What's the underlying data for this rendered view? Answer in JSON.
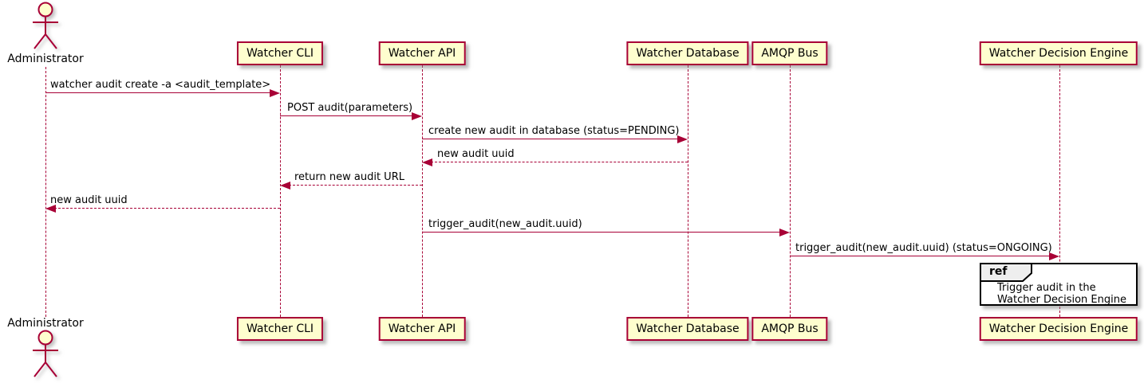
{
  "diagram": {
    "type": "sequence-diagram",
    "colors": {
      "accent": "#A80036",
      "participant_fill": "#FEFECE",
      "ref_header_fill": "#EEEEEE",
      "ref_border": "#000000",
      "text": "#000000",
      "background": "#FFFFFF"
    },
    "actor": {
      "name": "Administrator",
      "kind": "actor"
    },
    "participants": [
      {
        "label": "Watcher CLI"
      },
      {
        "label": "Watcher API"
      },
      {
        "label": "Watcher Database"
      },
      {
        "label": "AMQP Bus"
      },
      {
        "label": "Watcher Decision Engine"
      }
    ],
    "messages": [
      {
        "from": "Administrator",
        "to": "Watcher CLI",
        "label": "watcher audit create -a <audit_template>",
        "style": "solid"
      },
      {
        "from": "Watcher CLI",
        "to": "Watcher API",
        "label": "POST audit(parameters)",
        "style": "solid"
      },
      {
        "from": "Watcher API",
        "to": "Watcher Database",
        "label": "create new audit in database (status=PENDING)",
        "style": "solid"
      },
      {
        "from": "Watcher Database",
        "to": "Watcher API",
        "label": "new audit uuid",
        "style": "dashed"
      },
      {
        "from": "Watcher API",
        "to": "Watcher CLI",
        "label": "return new audit URL",
        "style": "dashed"
      },
      {
        "from": "Watcher CLI",
        "to": "Administrator",
        "label": "new audit uuid",
        "style": "dashed"
      },
      {
        "from": "Watcher API",
        "to": "AMQP Bus",
        "label": "trigger_audit(new_audit.uuid)",
        "style": "solid"
      },
      {
        "from": "AMQP Bus",
        "to": "Watcher Decision Engine",
        "label": "trigger_audit(new_audit.uuid) (status=ONGOING)",
        "style": "solid"
      }
    ],
    "ref": {
      "keyword": "ref",
      "lines": {
        "0": "Trigger audit in the",
        "1": "Watcher Decision Engine"
      },
      "over": "Watcher Decision Engine"
    }
  }
}
